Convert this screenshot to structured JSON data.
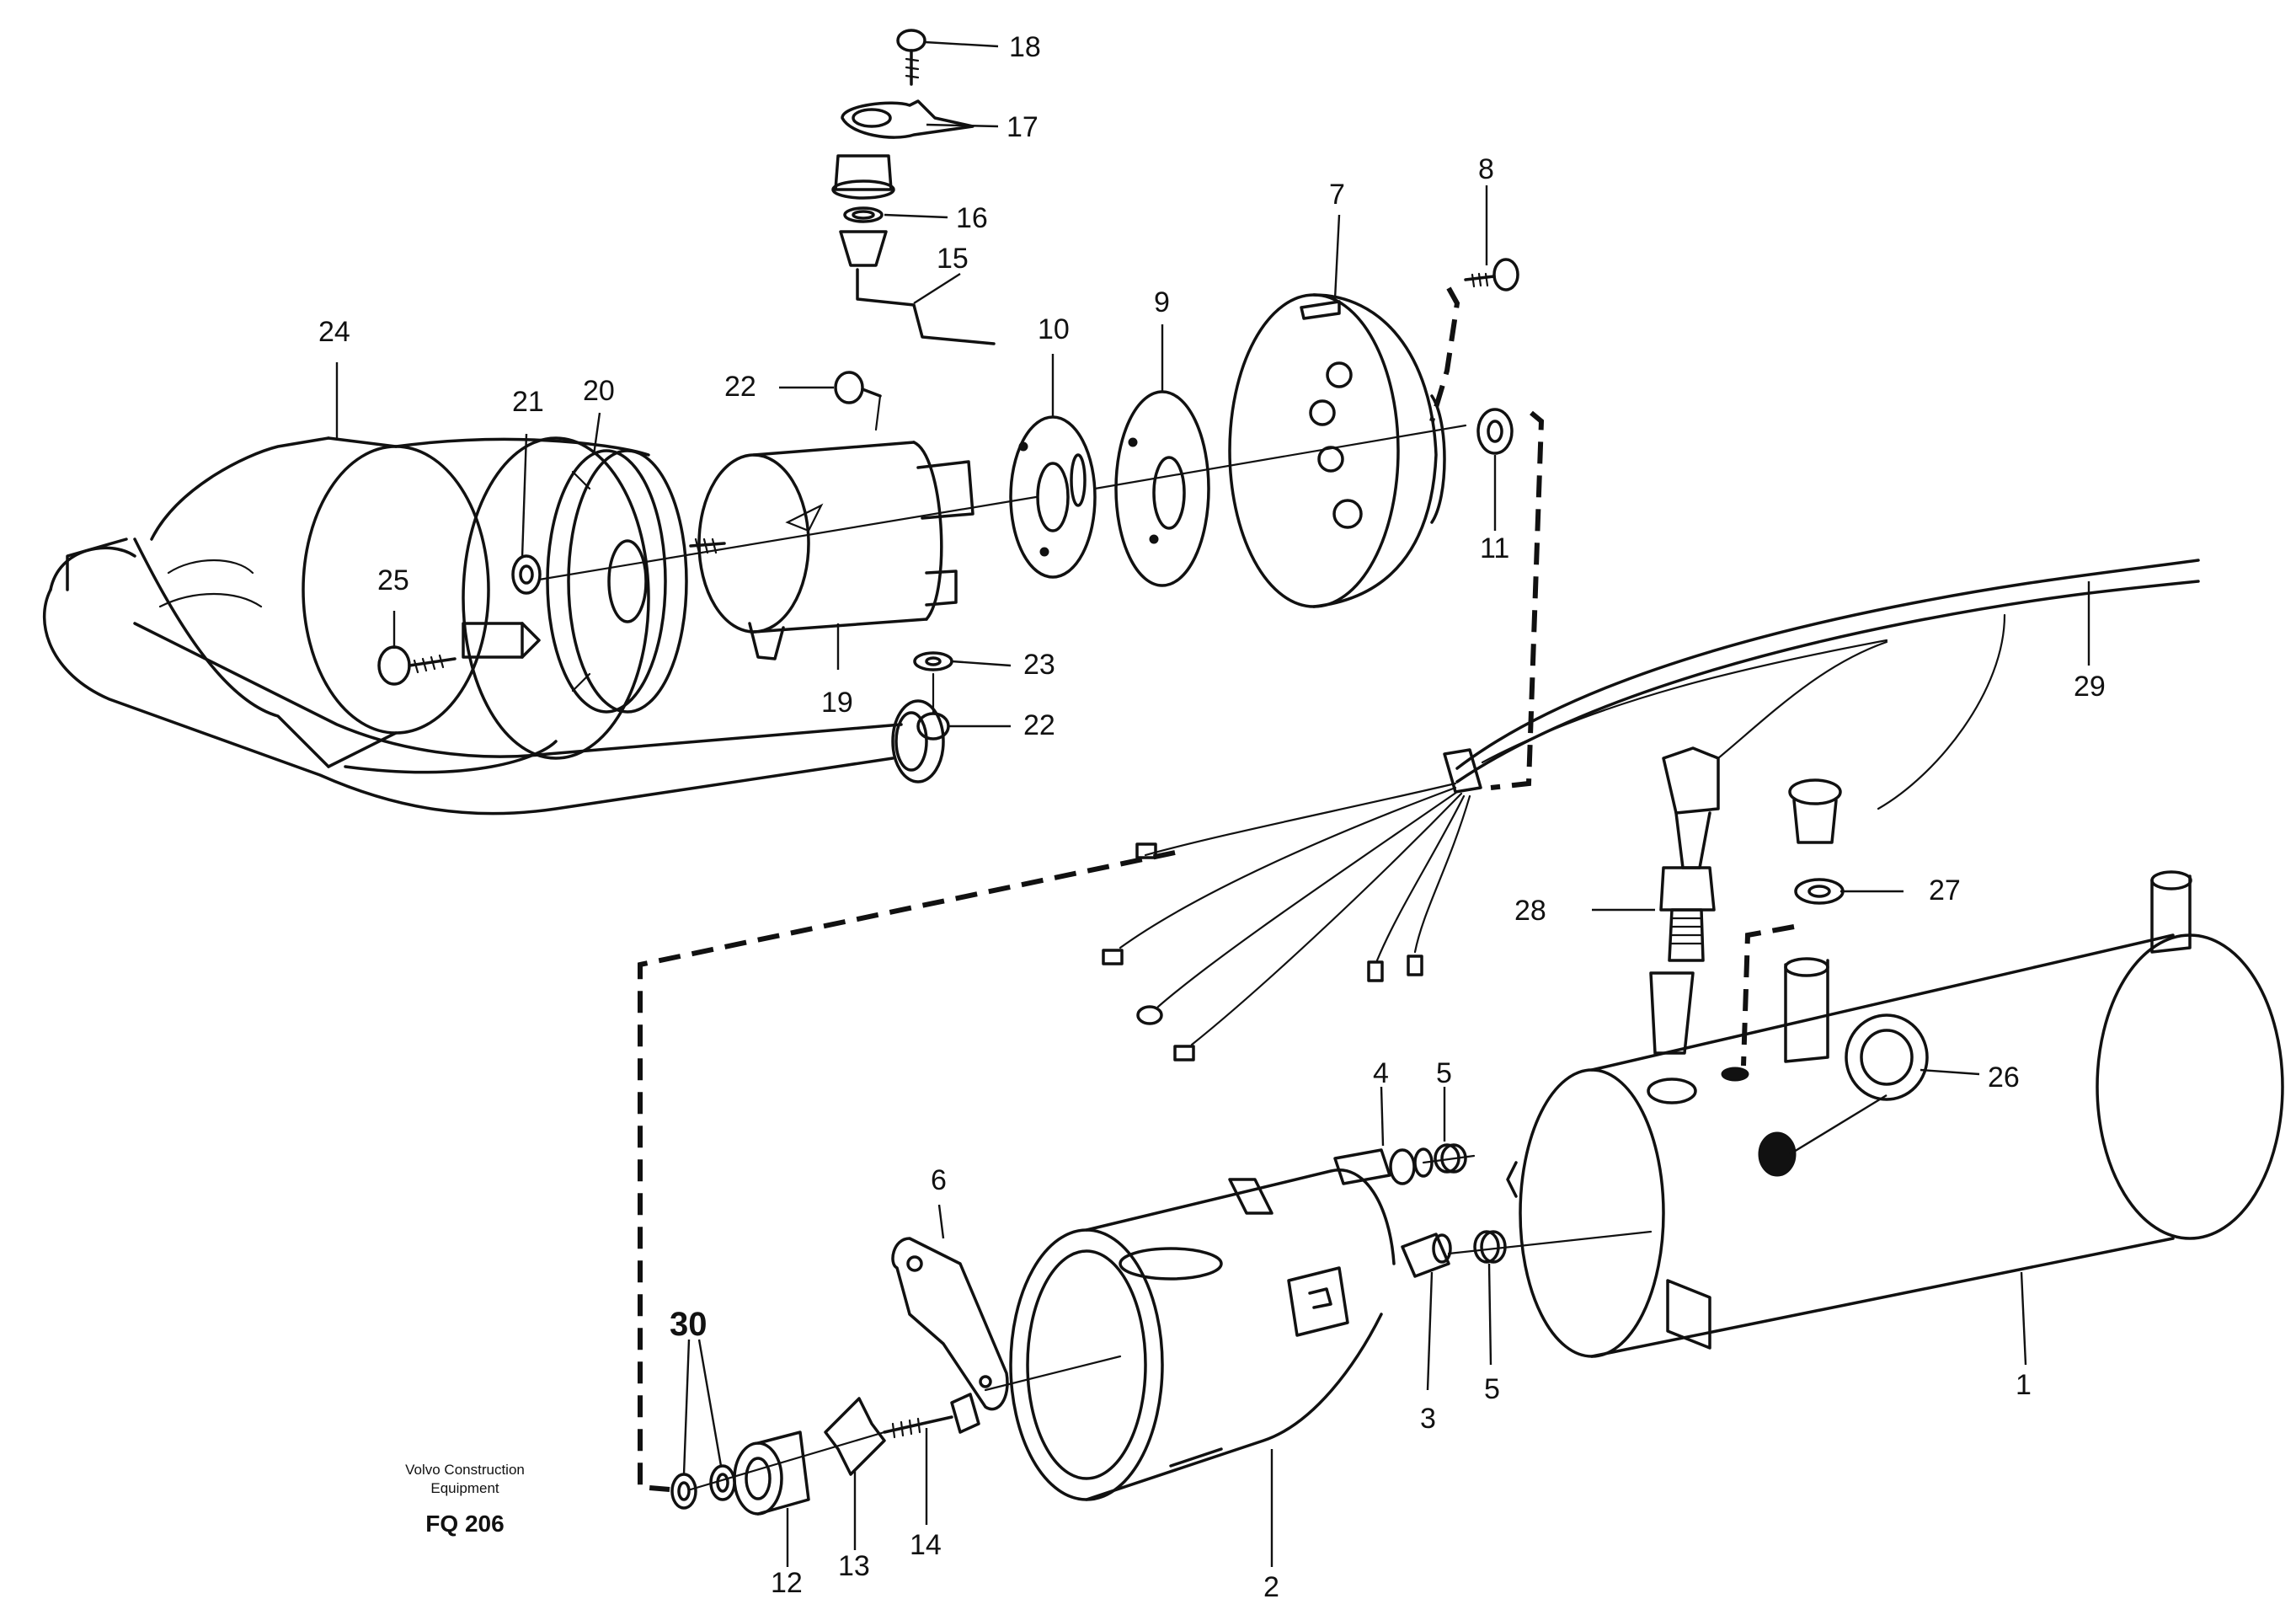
{
  "callouts": {
    "c1": "1",
    "c2": "2",
    "c3": "3",
    "c4": "4",
    "c5a": "5",
    "c5b": "5",
    "c6": "6",
    "c7": "7",
    "c8": "8",
    "c9": "9",
    "c10": "10",
    "c11": "11",
    "c12": "12",
    "c13": "13",
    "c14": "14",
    "c15": "15",
    "c16": "16",
    "c17": "17",
    "c18": "18",
    "c19": "19",
    "c20": "20",
    "c21": "21",
    "c22a": "22",
    "c22b": "22",
    "c23": "23",
    "c24": "24",
    "c25": "25",
    "c26": "26",
    "c27": "27",
    "c28": "28",
    "c29": "29",
    "c30": "30"
  },
  "footer": {
    "brand_line1": "Volvo Construction",
    "brand_line2": "Equipment",
    "figure_code": "FQ 206"
  }
}
